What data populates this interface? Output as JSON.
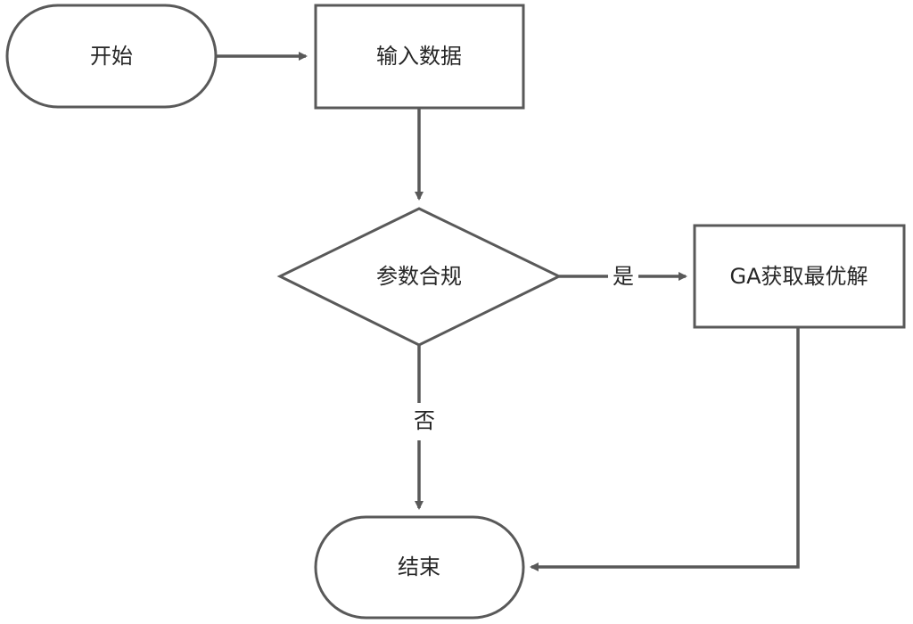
{
  "diagram": {
    "colors": {
      "line": "#595959",
      "text": "#262626",
      "fill": "#ffffff"
    },
    "nodes": {
      "start": {
        "label": "开始",
        "shape": "terminator"
      },
      "input": {
        "label": "输入数据",
        "shape": "process"
      },
      "check": {
        "label": "参数合规",
        "shape": "decision"
      },
      "ga": {
        "label": "GA获取最优解",
        "shape": "process"
      },
      "end": {
        "label": "结束",
        "shape": "terminator"
      }
    },
    "edges": {
      "start_to_input": {
        "from": "start",
        "to": "input",
        "label": ""
      },
      "input_to_check": {
        "from": "input",
        "to": "check",
        "label": ""
      },
      "check_to_ga": {
        "from": "check",
        "to": "ga",
        "label": "是"
      },
      "check_to_end": {
        "from": "check",
        "to": "end",
        "label": "否"
      },
      "ga_to_end": {
        "from": "ga",
        "to": "end",
        "label": ""
      }
    }
  }
}
